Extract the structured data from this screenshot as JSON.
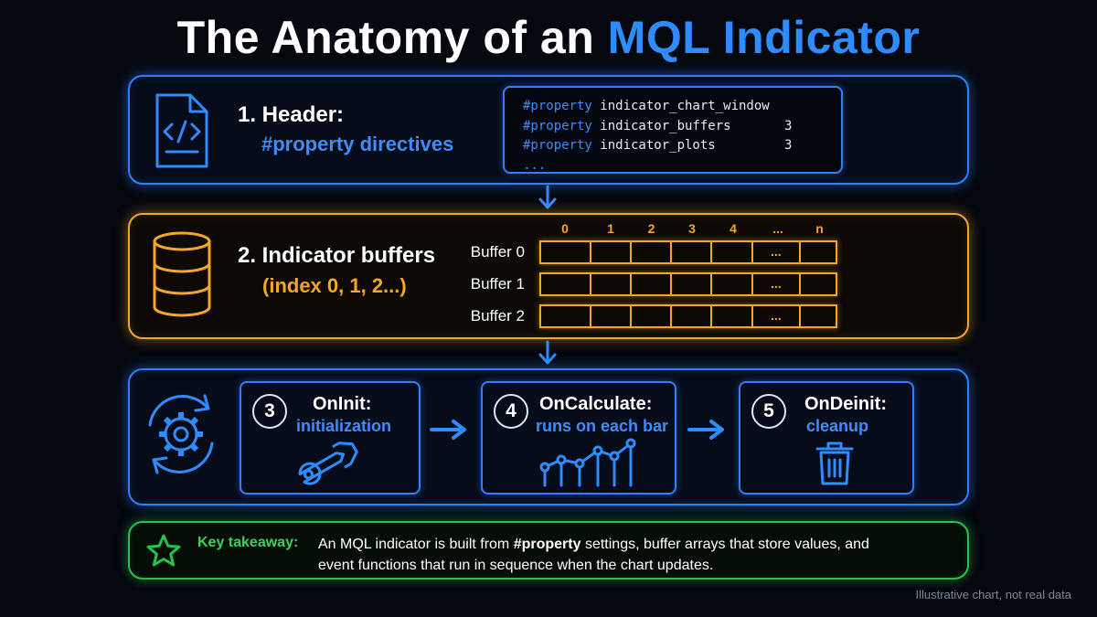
{
  "title": {
    "main": "The Anatomy of an ",
    "accent": "MQL Indicator"
  },
  "sections": {
    "header": {
      "title": "1. Header:",
      "subtitle": "#property directives",
      "icon": "code-file-icon",
      "code": [
        {
          "kw": "#property",
          "rest": " indicator_chart_window",
          "val": ""
        },
        {
          "kw": "#property",
          "rest": " indicator_buffers",
          "val": "3"
        },
        {
          "kw": "#property",
          "rest": " indicator_plots",
          "val": "3"
        },
        {
          "kw": "...",
          "rest": "",
          "val": ""
        }
      ]
    },
    "buffers": {
      "title": "2. Indicator buffers",
      "subtitle": "(index 0, 1, 2...)",
      "icon": "database-icon",
      "indices": [
        "0",
        "1",
        "2",
        "3",
        "4",
        "...",
        "n"
      ],
      "rows": [
        "Buffer 0",
        "Buffer 1",
        "Buffer 2"
      ],
      "ellipsis": "..."
    },
    "events": {
      "icon": "gear-cycle-icon",
      "steps": [
        {
          "num": "3",
          "title": "OnInit:",
          "subtitle": "initialization",
          "icon": "wrench-icon"
        },
        {
          "num": "4",
          "title": "OnCalculate:",
          "subtitle": "runs on each bar",
          "icon": "line-chart-icon"
        },
        {
          "num": "5",
          "title": "OnDeinit:",
          "subtitle": "cleanup",
          "icon": "trash-icon"
        }
      ]
    }
  },
  "takeaway": {
    "label": "Key takeaway:",
    "text": "An MQL indicator is built from #property settings, buffer arrays that store values, and event functions that run in sequence when the chart updates.",
    "icon": "star-icon"
  },
  "footnote": "Illustrative chart, not real data",
  "colors": {
    "blue": "#2f7fff",
    "orange": "#f5a623",
    "green": "#27c24c",
    "background": "#05080f"
  }
}
